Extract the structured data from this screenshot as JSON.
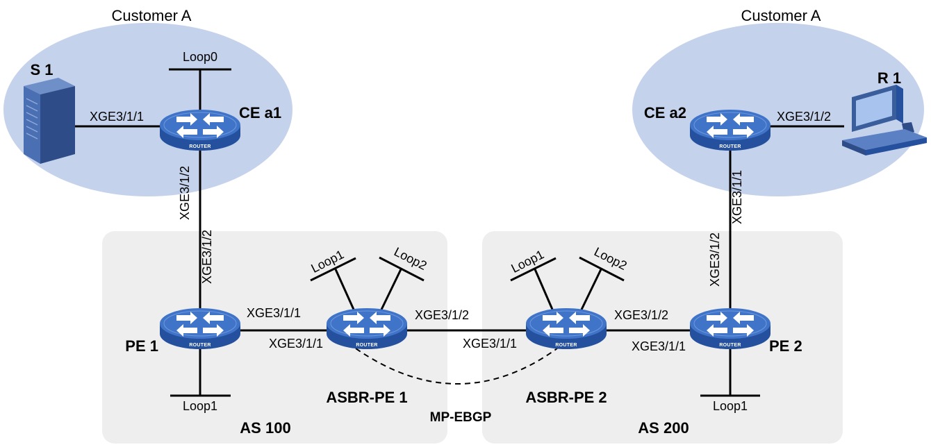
{
  "colors": {
    "site": "#c5d2ec",
    "as_area": "#eeeeee",
    "router_top": "#3f74c8",
    "router_side": "#24509e",
    "device": "#3a5d9c"
  },
  "sites": {
    "left_title": "Customer A",
    "right_title": "Customer A"
  },
  "as_areas": {
    "left": "AS 100",
    "right": "AS 200"
  },
  "devices": {
    "s1": "S 1",
    "r1": "R 1",
    "ce_a1": "CE a1",
    "ce_a2": "CE a2",
    "pe1": "PE 1",
    "pe2": "PE 2",
    "asbr_pe1": "ASBR-PE 1",
    "asbr_pe2": "ASBR-PE 2"
  },
  "router_badge": "ROUTER",
  "loopbacks": {
    "ce_a1": "Loop0",
    "pe1": "Loop1",
    "pe2": "Loop1",
    "asbr1_loop1": "Loop1",
    "asbr1_loop2": "Loop2",
    "asbr2_loop1": "Loop1",
    "asbr2_loop2": "Loop2"
  },
  "interfaces": {
    "s1_ce_a1": "XGE3/1/1",
    "ce_a1_pe1": "XGE3/1/2",
    "pe1_up": "XGE3/1/2",
    "pe1_asbr1": "XGE3/1/1",
    "asbr1_pe1": "XGE3/1/1",
    "asbr1_asbr2": "XGE3/1/2",
    "asbr2_asbr1": "XGE3/1/1",
    "asbr2_pe2": "XGE3/1/2",
    "pe2_asbr2": "XGE3/1/1",
    "pe2_up": "XGE3/1/2",
    "ce_a2_down": "XGE3/1/1",
    "ce_a2_r1": "XGE3/1/2"
  },
  "session": "MP-EBGP"
}
